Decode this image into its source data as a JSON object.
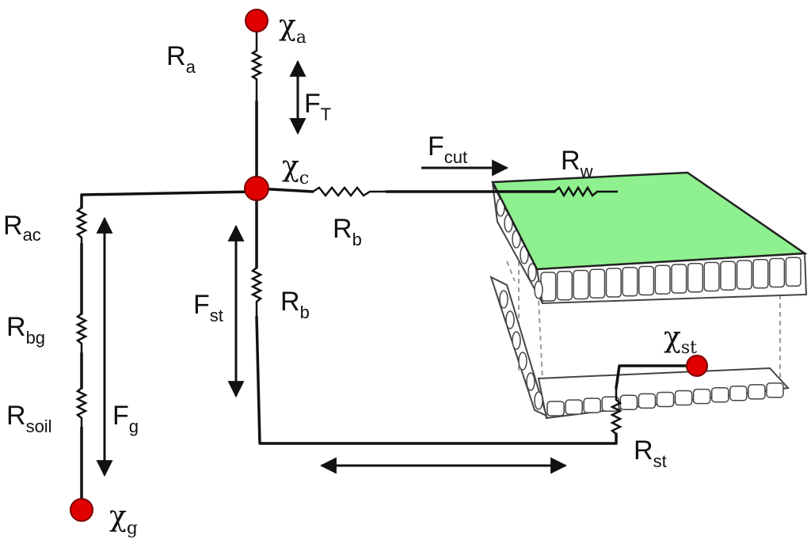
{
  "colors": {
    "node": "#e00000",
    "leaf_surface": "#8ef08e",
    "wire": "#111111"
  },
  "labels": {
    "chi_a": {
      "main": "χ",
      "sub": "a"
    },
    "chi_c": {
      "main": "χ",
      "sub": "c"
    },
    "chi_g": {
      "main": "χ",
      "sub": "g"
    },
    "chi_st": {
      "main": "χ",
      "sub": "st"
    },
    "R_a": {
      "main": "R",
      "sub": "a"
    },
    "R_b_top": {
      "main": "R",
      "sub": "b"
    },
    "R_b_mid": {
      "main": "R",
      "sub": "b"
    },
    "R_w": {
      "main": "R",
      "sub": "w"
    },
    "R_ac": {
      "main": "R",
      "sub": "ac"
    },
    "R_bg": {
      "main": "R",
      "sub": "bg"
    },
    "R_soil": {
      "main": "R",
      "sub": "soil"
    },
    "R_st": {
      "main": "R",
      "sub": "st"
    },
    "F_T": {
      "main": "F",
      "sub": "T"
    },
    "F_cut": {
      "main": "F",
      "sub": "cut"
    },
    "F_st": {
      "main": "F",
      "sub": "st"
    },
    "F_g": {
      "main": "F",
      "sub": "g"
    }
  }
}
